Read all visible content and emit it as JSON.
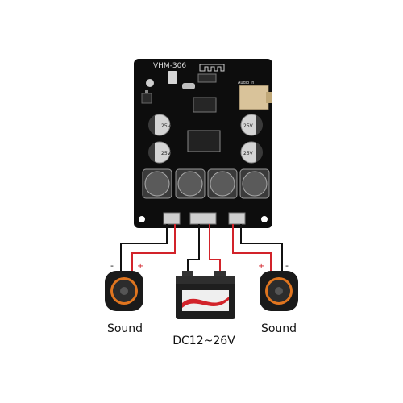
{
  "board": {
    "model": "VHM-306",
    "jack_label": "Audio In",
    "cap_labels": [
      "25V",
      "25V",
      "25V",
      "25V"
    ]
  },
  "speakers": [
    {
      "label": "Sound",
      "neg": "-",
      "pos": "+"
    },
    {
      "label": "Sound",
      "neg": "-",
      "pos": "+"
    }
  ],
  "battery": {
    "label": "DC12~26V"
  },
  "colors": {
    "pos_wire": "#d2232a",
    "neg_wire": "#111111",
    "board": "#0d0d0d",
    "speaker_ring": "#e0751f"
  }
}
